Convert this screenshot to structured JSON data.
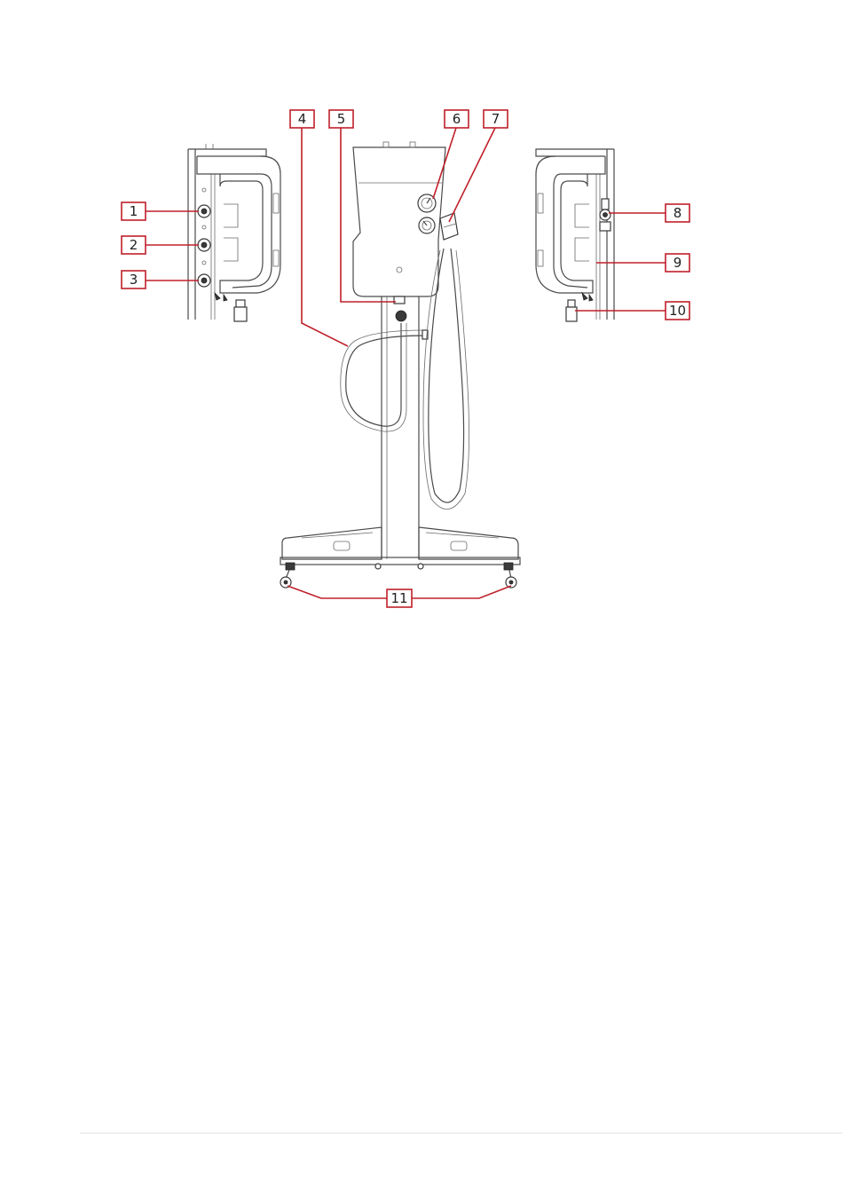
{
  "callouts": [
    {
      "id": 1,
      "label": "1"
    },
    {
      "id": 2,
      "label": "2"
    },
    {
      "id": 3,
      "label": "3"
    },
    {
      "id": 4,
      "label": "4"
    },
    {
      "id": 5,
      "label": "5"
    },
    {
      "id": 6,
      "label": "6"
    },
    {
      "id": 7,
      "label": "7"
    },
    {
      "id": 8,
      "label": "8"
    },
    {
      "id": 9,
      "label": "9"
    },
    {
      "id": 10,
      "label": "10"
    },
    {
      "id": 11,
      "label": "11"
    }
  ],
  "colors": {
    "callout": "#c0202a",
    "drawing": "#4a4a4a"
  }
}
